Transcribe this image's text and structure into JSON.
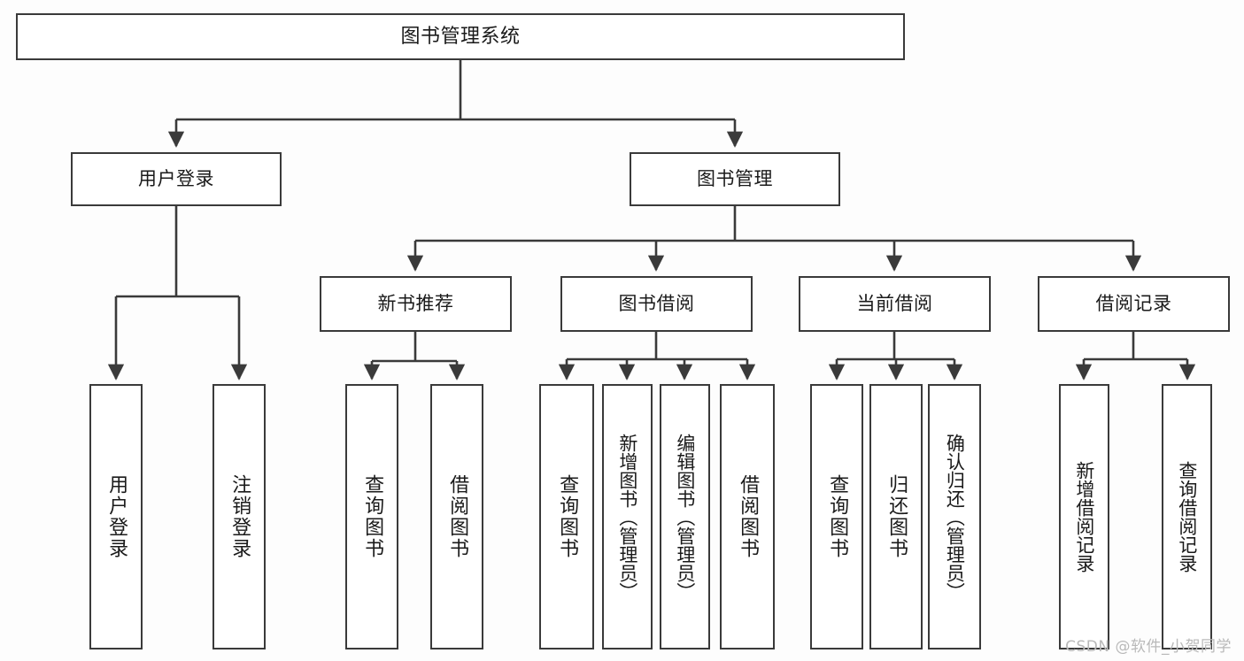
{
  "diagram": {
    "title": "图书管理系统",
    "type": "tree",
    "orientation": "top-down",
    "colors": {
      "background": "#fdfdfd",
      "node_fill": "#ffffff",
      "node_border": "#3a3a3a",
      "connector": "#3a3a3a",
      "text": "#1a1a1a",
      "watermark": "#b9b9b9"
    },
    "root": {
      "label": "图书管理系统"
    },
    "level2": [
      {
        "label": "用户登录"
      },
      {
        "label": "图书管理"
      }
    ],
    "level3": [
      {
        "label": "新书推荐"
      },
      {
        "label": "图书借阅"
      },
      {
        "label": "当前借阅"
      },
      {
        "label": "借阅记录"
      }
    ],
    "leaves": {
      "user_login": [
        {
          "label": "用户登录"
        },
        {
          "label": "注销登录"
        }
      ],
      "new_book": [
        {
          "label": "查询图书"
        },
        {
          "label": "借阅图书"
        }
      ],
      "book_borrow": [
        {
          "label": "查询图书"
        },
        {
          "label": "新增图书（管理员）"
        },
        {
          "label": "编辑图书（管理员）"
        },
        {
          "label": "借阅图书"
        }
      ],
      "current_borrow": [
        {
          "label": "查询图书"
        },
        {
          "label": "归还图书"
        },
        {
          "label": "确认归还（管理员）"
        }
      ],
      "borrow_record": [
        {
          "label": "新增借阅记录"
        },
        {
          "label": "查询借阅记录"
        }
      ]
    }
  },
  "watermark": {
    "text": "CSDN @软件_小贺同学"
  }
}
